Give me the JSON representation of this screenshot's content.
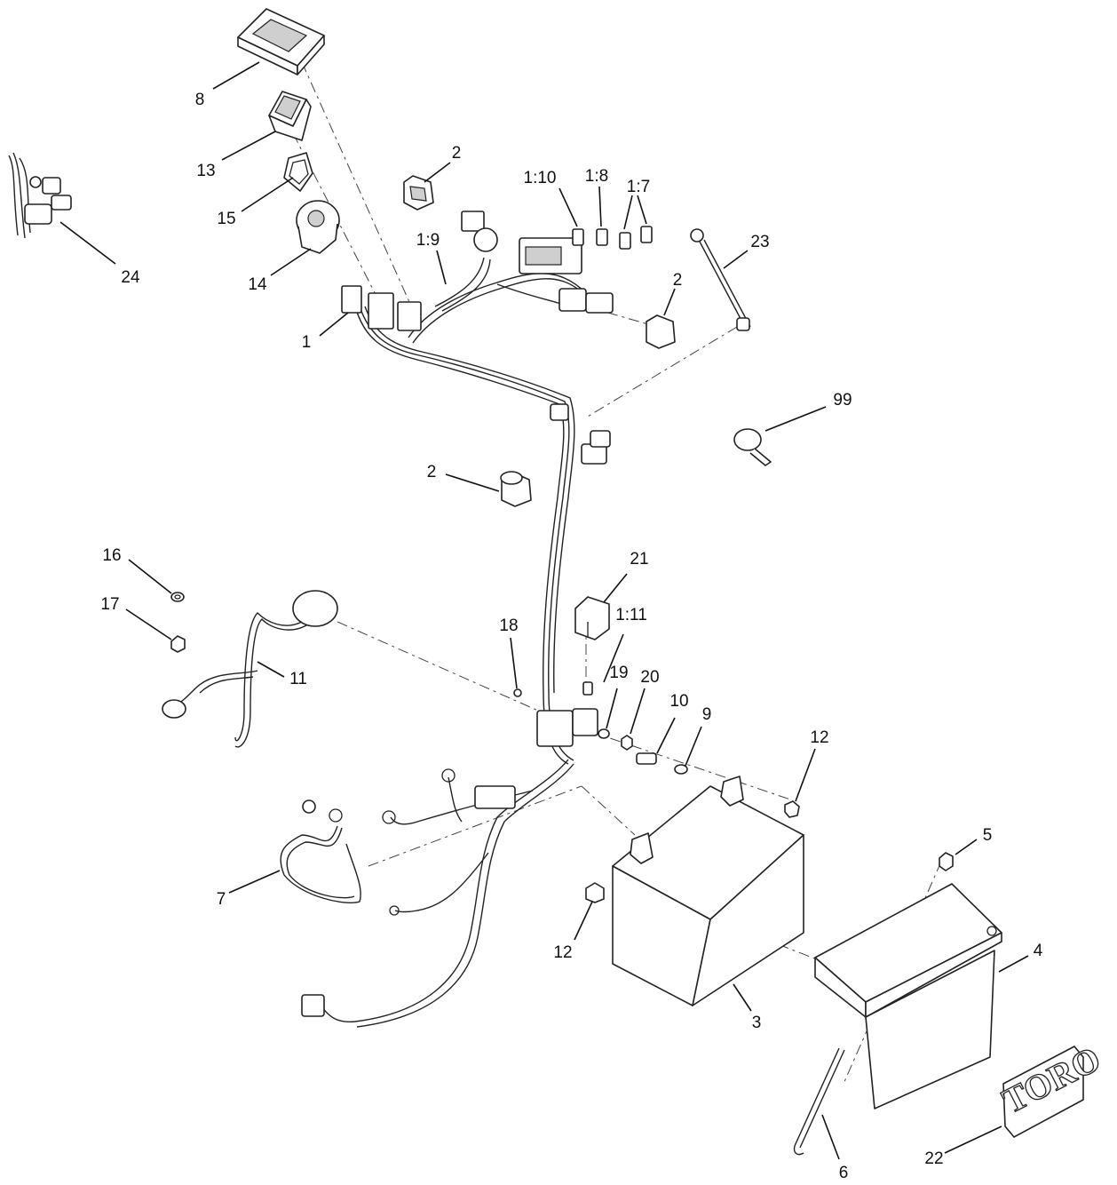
{
  "callouts": [
    {
      "id": "c-8",
      "text": "8"
    },
    {
      "id": "c-13",
      "text": "13"
    },
    {
      "id": "c-15",
      "text": "15"
    },
    {
      "id": "c-14",
      "text": "14"
    },
    {
      "id": "c-1",
      "text": "1"
    },
    {
      "id": "c-24",
      "text": "24"
    },
    {
      "id": "c-2a",
      "text": "2"
    },
    {
      "id": "c-1-9",
      "text": "1:9"
    },
    {
      "id": "c-1-10",
      "text": "1:10"
    },
    {
      "id": "c-1-8",
      "text": "1:8"
    },
    {
      "id": "c-1-7",
      "text": "1:7"
    },
    {
      "id": "c-23",
      "text": "23"
    },
    {
      "id": "c-2b",
      "text": "2"
    },
    {
      "id": "c-99",
      "text": "99"
    },
    {
      "id": "c-2c",
      "text": "2"
    },
    {
      "id": "c-16",
      "text": "16"
    },
    {
      "id": "c-17",
      "text": "17"
    },
    {
      "id": "c-11",
      "text": "11"
    },
    {
      "id": "c-21",
      "text": "21"
    },
    {
      "id": "c-1-11",
      "text": "1:11"
    },
    {
      "id": "c-18",
      "text": "18"
    },
    {
      "id": "c-19",
      "text": "19"
    },
    {
      "id": "c-20",
      "text": "20"
    },
    {
      "id": "c-10",
      "text": "10"
    },
    {
      "id": "c-9",
      "text": "9"
    },
    {
      "id": "c-12a",
      "text": "12"
    },
    {
      "id": "c-5",
      "text": "5"
    },
    {
      "id": "c-4",
      "text": "4"
    },
    {
      "id": "c-7",
      "text": "7"
    },
    {
      "id": "c-12b",
      "text": "12"
    },
    {
      "id": "c-3",
      "text": "3"
    },
    {
      "id": "c-22",
      "text": "22"
    },
    {
      "id": "c-6",
      "text": "6"
    }
  ],
  "logo_text": "TORO"
}
